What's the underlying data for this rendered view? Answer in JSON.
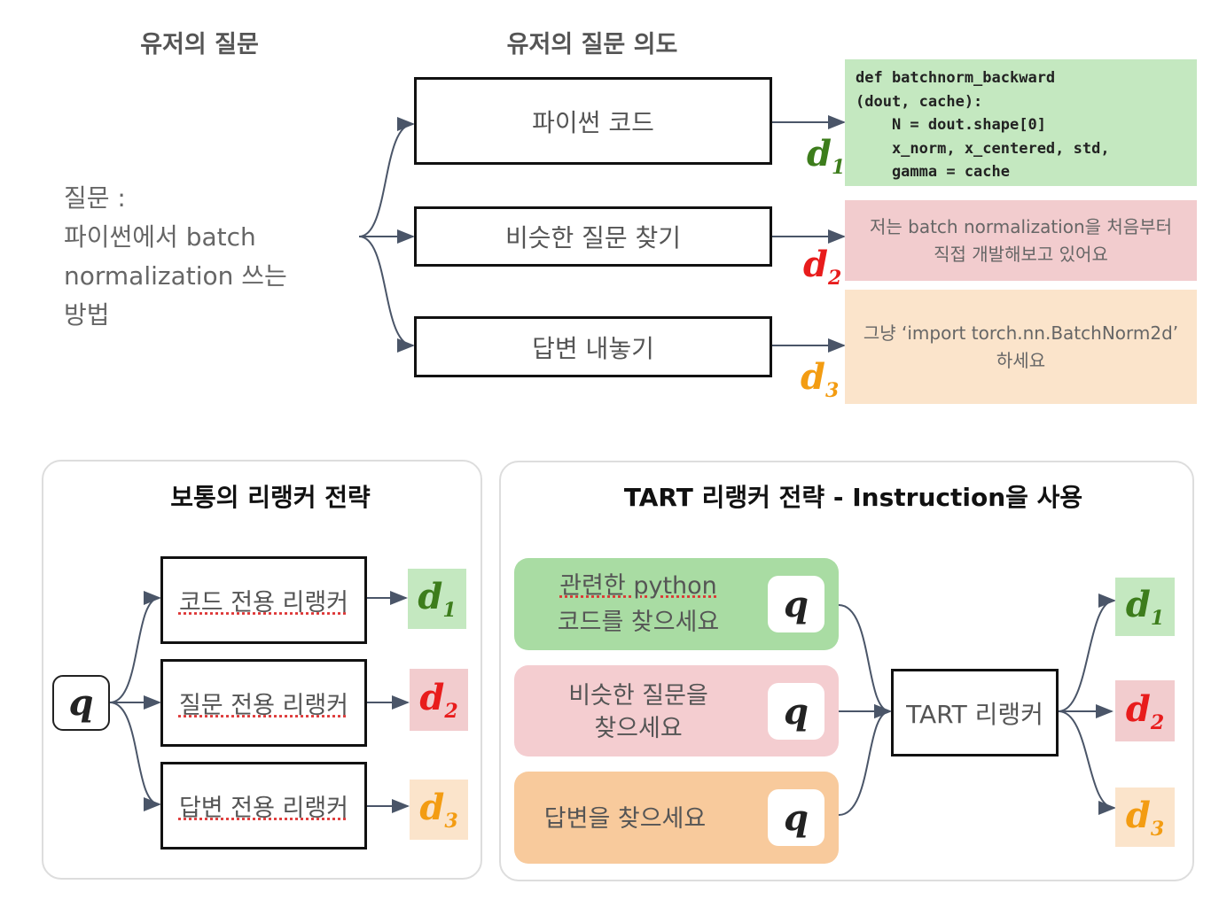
{
  "top": {
    "heading_question": "유저의 질문",
    "heading_intent": "유저의 질문 의도",
    "question_lines": [
      "질문 :",
      "파이썬에서 batch",
      "normalization 쓰는",
      "방법"
    ],
    "intents": [
      "파이썬 코드",
      "비슷한 질문 찾기",
      "답변 내놓기"
    ],
    "docs": {
      "d1_code": [
        "def batchnorm_backward",
        "(dout, cache):",
        "    N = dout.shape[0]",
        "    x_norm, x_centered, std,",
        "    gamma = cache"
      ],
      "d2_lines": [
        "저는 batch normalization을 처음부터",
        "직접 개발해보고 있어요"
      ],
      "d3_lines": [
        "그냥 ‘import torch.nn.BatchNorm2d’",
        "하세요"
      ]
    }
  },
  "labels": {
    "d": "d",
    "sub1": "1",
    "sub2": "2",
    "sub3": "3",
    "q": "q"
  },
  "colors": {
    "green": "#3d7d1c",
    "red": "#e81c1c",
    "orange": "#f39c12",
    "green_bg": "#c4e8c0",
    "red_bg": "#f2ccce",
    "orange_bg": "#fbe4cb"
  },
  "left_panel": {
    "title": "보통의 리랭커 전략",
    "rerankers": [
      "코드 전용 리랭커",
      "질문 전용 리랭커",
      "답변 전용 리랭커"
    ]
  },
  "right_panel": {
    "title": "TART 리랭커 전략 - Instruction을 사용",
    "instructions": [
      [
        "관련한 python",
        "코드를 찾으세요"
      ],
      [
        "비슷한 질문을",
        "찾으세요"
      ],
      [
        "답변을 찾으세요"
      ]
    ],
    "reranker": "TART 리랭커"
  }
}
